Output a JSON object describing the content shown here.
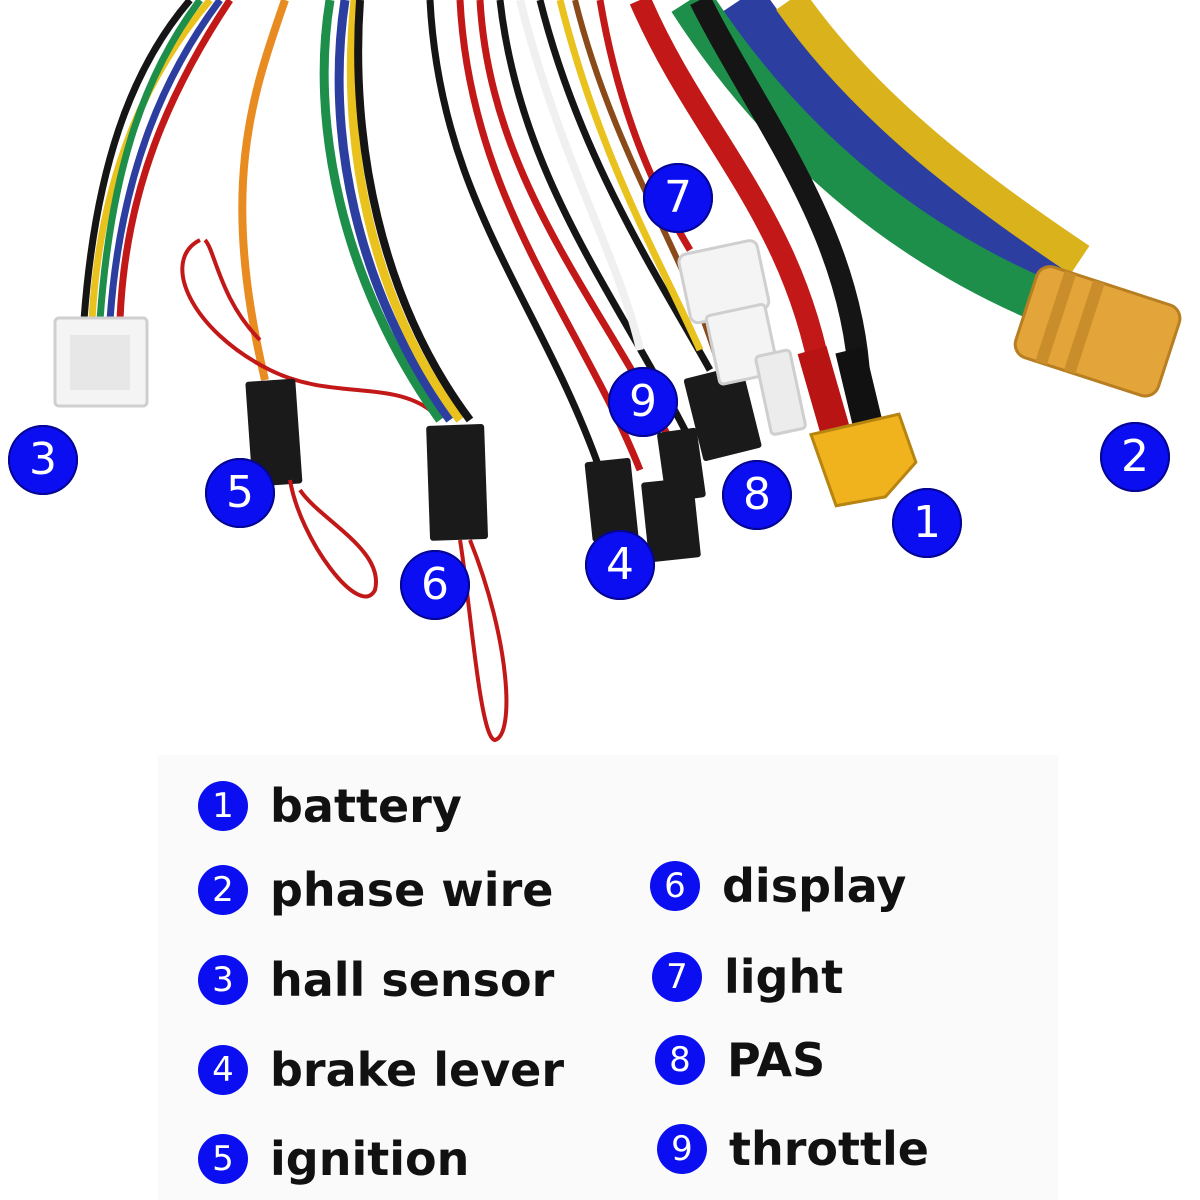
{
  "markers": [
    {
      "id": "1",
      "label": "battery"
    },
    {
      "id": "2",
      "label": "phase wire"
    },
    {
      "id": "3",
      "label": "hall sensor"
    },
    {
      "id": "4",
      "label": "brake lever"
    },
    {
      "id": "5",
      "label": "ignition"
    },
    {
      "id": "6",
      "label": "display"
    },
    {
      "id": "7",
      "label": "light"
    },
    {
      "id": "8",
      "label": "PAS"
    },
    {
      "id": "9",
      "label": "throttle"
    }
  ],
  "colors": {
    "badge": "#0a0ef0",
    "connector_yellow": "#e8a93a",
    "connector_black": "#1a1a1a",
    "connector_white": "#f4f4f4",
    "wire_red": "#c21818",
    "wire_green": "#1d8f4a",
    "wire_blue": "#2c3fa0",
    "wire_yellow": "#e9c21e",
    "wire_black": "#151515",
    "wire_orange": "#e88b21",
    "wire_white": "#f0f0f0"
  }
}
